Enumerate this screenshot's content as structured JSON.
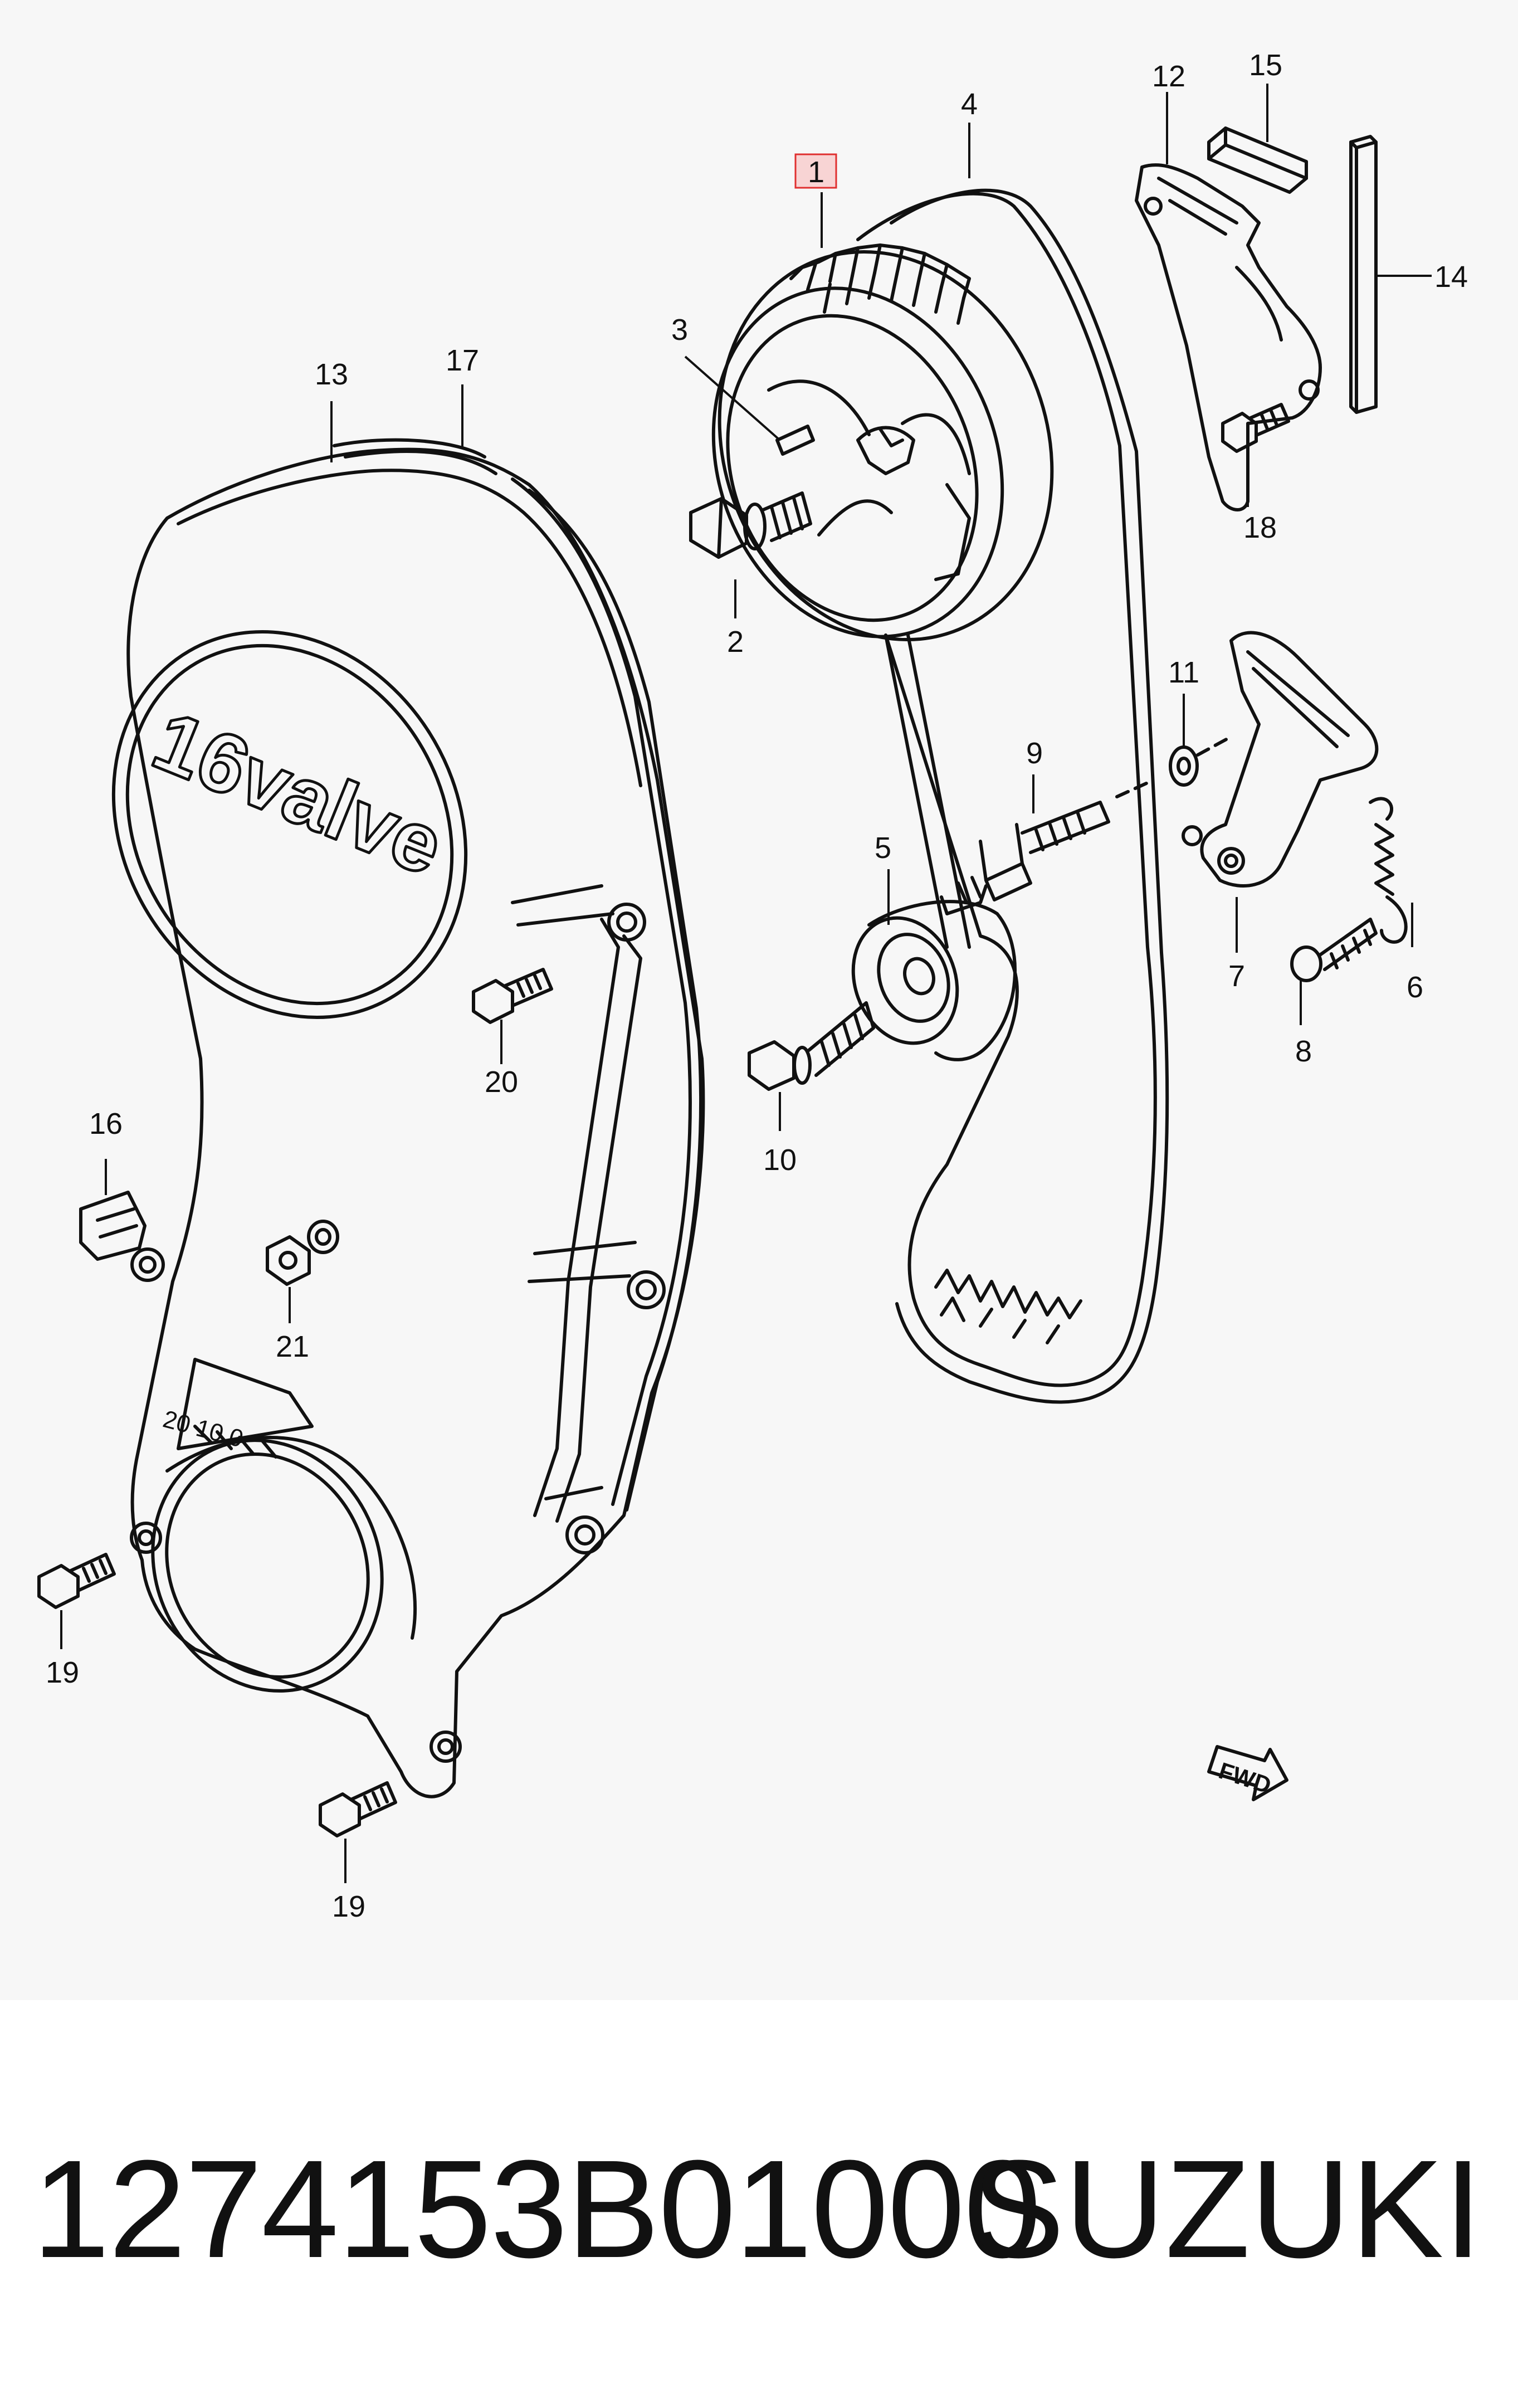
{
  "diagram": {
    "highlight_color": "#e03030",
    "callouts": [
      {
        "id": "1",
        "label": "1",
        "highlighted": true
      },
      {
        "id": "2",
        "label": "2"
      },
      {
        "id": "3",
        "label": "3"
      },
      {
        "id": "4",
        "label": "4"
      },
      {
        "id": "5",
        "label": "5"
      },
      {
        "id": "6",
        "label": "6"
      },
      {
        "id": "7",
        "label": "7"
      },
      {
        "id": "8",
        "label": "8"
      },
      {
        "id": "9",
        "label": "9"
      },
      {
        "id": "10",
        "label": "10"
      },
      {
        "id": "11",
        "label": "11"
      },
      {
        "id": "12",
        "label": "12"
      },
      {
        "id": "13",
        "label": "13"
      },
      {
        "id": "14",
        "label": "14"
      },
      {
        "id": "15",
        "label": "15"
      },
      {
        "id": "16",
        "label": "16"
      },
      {
        "id": "17",
        "label": "17"
      },
      {
        "id": "18",
        "label": "18"
      },
      {
        "id": "19a",
        "label": "19"
      },
      {
        "id": "19b",
        "label": "19"
      },
      {
        "id": "20",
        "label": "20"
      },
      {
        "id": "21",
        "label": "21"
      }
    ],
    "cover_logo_text": "16valve",
    "timing_scale_text": "20 10 0",
    "fwd_arrow_text": "FWD"
  },
  "footer": {
    "part_number": "1274153B01000",
    "brand": "SUZUKI"
  }
}
